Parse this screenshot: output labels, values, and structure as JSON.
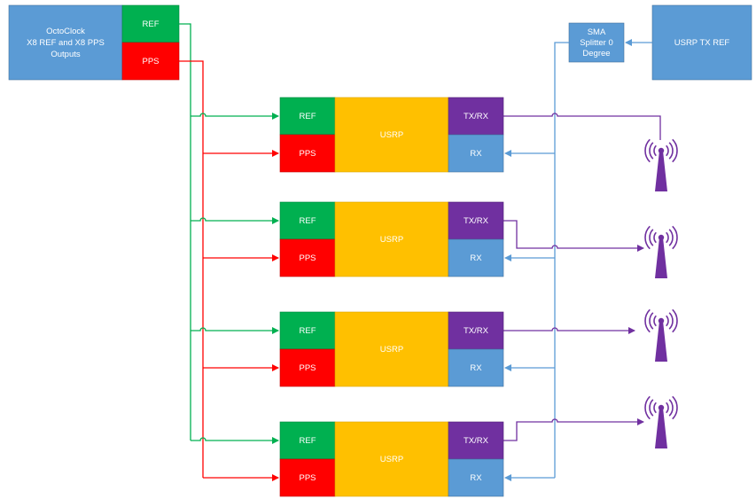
{
  "octoclock": {
    "label_line1": "OctoClock",
    "label_line2": "X8 REF and X8 PPS",
    "label_line3": "Outputs",
    "ref_label": "REF",
    "pps_label": "PPS"
  },
  "splitter": {
    "label_line1": "SMA",
    "label_line2": "Splitter 0",
    "label_line3": "Degree"
  },
  "usrp_tx_ref": {
    "label": "USRP TX REF"
  },
  "usrps": [
    {
      "ref_label": "REF",
      "pps_label": "PPS",
      "core_label": "USRP",
      "txrx_label": "TX/RX",
      "rx_label": "RX"
    },
    {
      "ref_label": "REF",
      "pps_label": "PPS",
      "core_label": "USRP",
      "txrx_label": "TX/RX",
      "rx_label": "RX"
    },
    {
      "ref_label": "REF",
      "pps_label": "PPS",
      "core_label": "USRP",
      "txrx_label": "TX/RX",
      "rx_label": "RX"
    },
    {
      "ref_label": "REF",
      "pps_label": "PPS",
      "core_label": "USRP",
      "txrx_label": "TX/RX",
      "rx_label": "RX"
    }
  ],
  "antennas": [
    {
      "icon": "antenna-icon"
    },
    {
      "icon": "antenna-icon"
    },
    {
      "icon": "antenna-icon"
    },
    {
      "icon": "antenna-icon"
    }
  ],
  "colors": {
    "ref_green": "#00b050",
    "pps_red": "#ff0000",
    "usrp_orange": "#ffc000",
    "txrx_purple": "#7030a0",
    "rx_blue": "#5b9bd5",
    "box_blue": "#5b9bd5",
    "ref_line": "#00b050",
    "pps_line": "#ff0000",
    "tx_line": "#7030a0",
    "rx_line": "#5b9bd5"
  }
}
